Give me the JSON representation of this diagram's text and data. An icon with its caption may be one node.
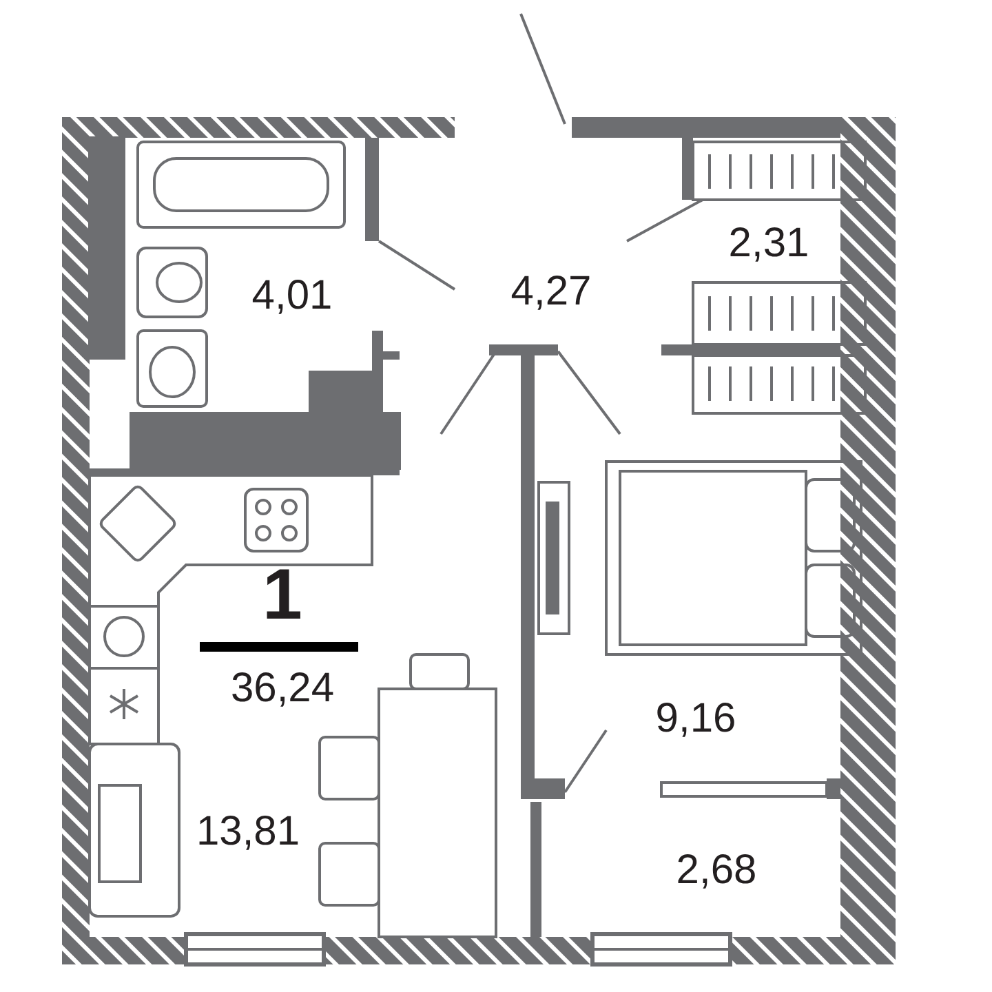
{
  "diagram": {
    "labels": [
      "4,01",
      "4,27",
      "2,31",
      "1",
      "36,24",
      "9,16",
      "13,81",
      "2,68"
    ]
  }
}
